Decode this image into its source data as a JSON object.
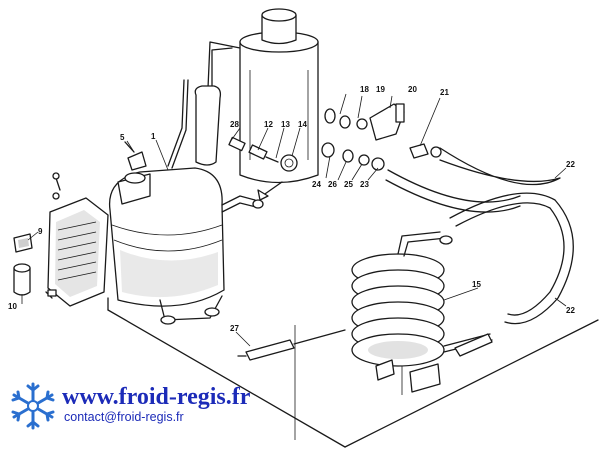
{
  "branding": {
    "website": "www.froid-regis.fr",
    "contact": "contact@froid-regis.fr",
    "logo_icon": "snowflake-logo-icon"
  },
  "callouts": {
    "c1": "1",
    "c5": "5",
    "c9": "9",
    "c10": "10",
    "c12": "12",
    "c13": "13",
    "c14": "14",
    "c15": "15",
    "c18": "18",
    "c19": "19",
    "c20": "20",
    "c21": "21",
    "c22a": "22",
    "c22b": "22",
    "c23": "23",
    "c24": "24",
    "c25": "25",
    "c26": "26",
    "c27": "27",
    "c28": "28"
  },
  "colors": {
    "brand_text": "#1c2bb8",
    "logo_blue": "#2a6fcf",
    "line": "#1a1a1a"
  }
}
